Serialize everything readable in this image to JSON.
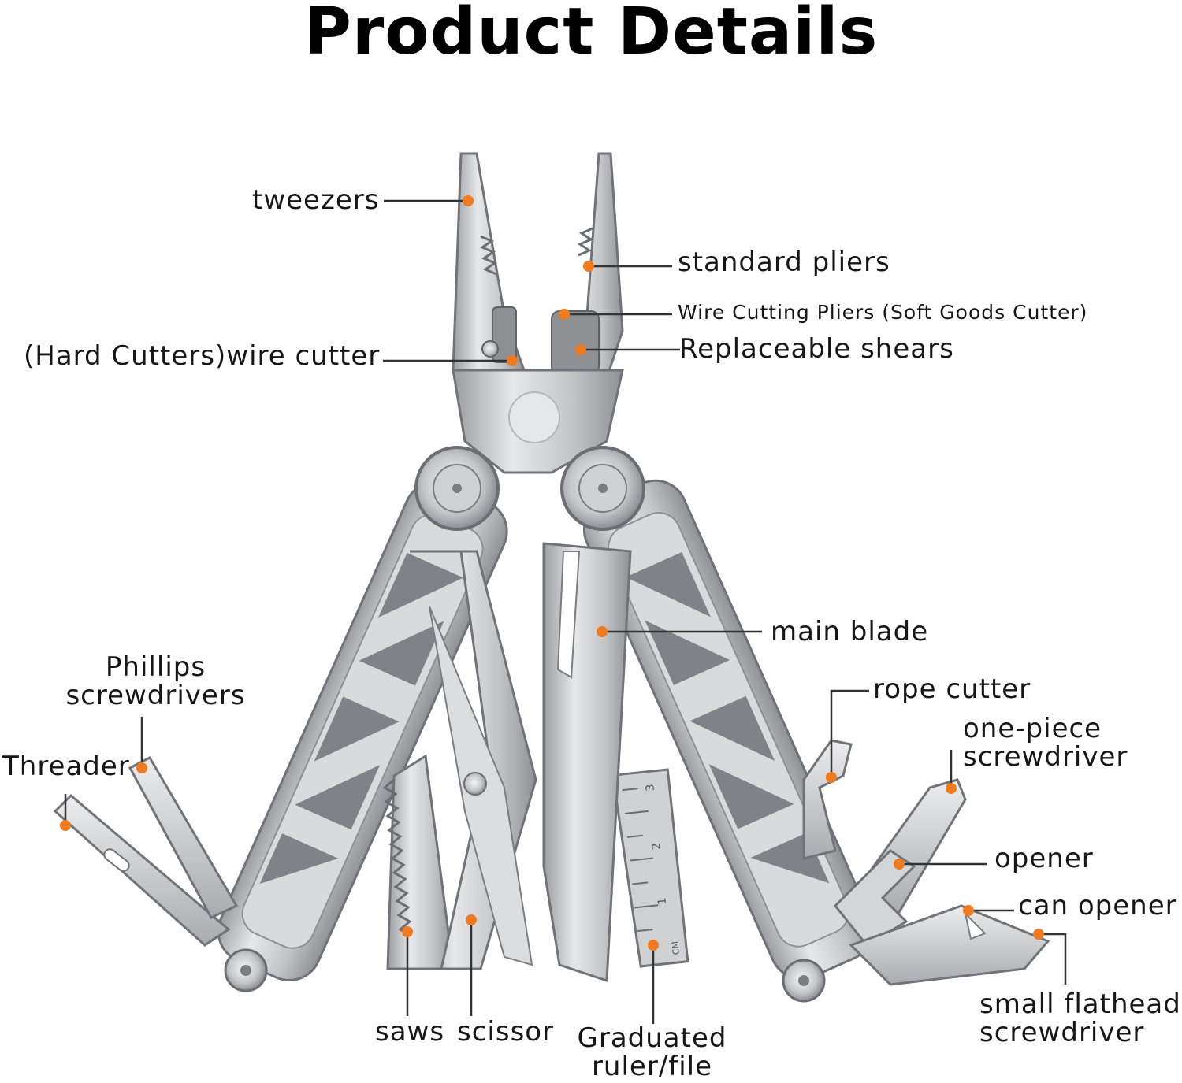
{
  "title": "Product Details",
  "colors": {
    "dot": "#f07a1f",
    "leader": "#333333",
    "steel": "#c9cbcd",
    "steel_dark": "#8e9094",
    "steel_light": "#eceded"
  },
  "labels": {
    "tweezers": "tweezers",
    "standard_pliers": "standard pliers",
    "wire_cutting_pliers": "Wire Cutting Pliers (Soft Goods Cutter)",
    "replaceable_shears": "Replaceable shears",
    "hard_cutters": "(Hard Cutters)wire cutter",
    "main_blade": "main blade",
    "phillips_line1": "Phillips",
    "phillips_line2": "screwdrivers",
    "threader": "Threader",
    "rope_cutter": "rope cutter",
    "one_piece_line1": "one-piece",
    "one_piece_line2": "screwdriver",
    "opener": "opener",
    "can_opener": "can opener",
    "small_flathead_line1": "small flathead",
    "small_flathead_line2": "screwdriver",
    "saws": "saws",
    "scissor": "scissor",
    "graduated_line1": "Graduated",
    "graduated_line2": "ruler/file"
  },
  "ruler_marks": [
    "3",
    "2",
    "1",
    "CM"
  ]
}
